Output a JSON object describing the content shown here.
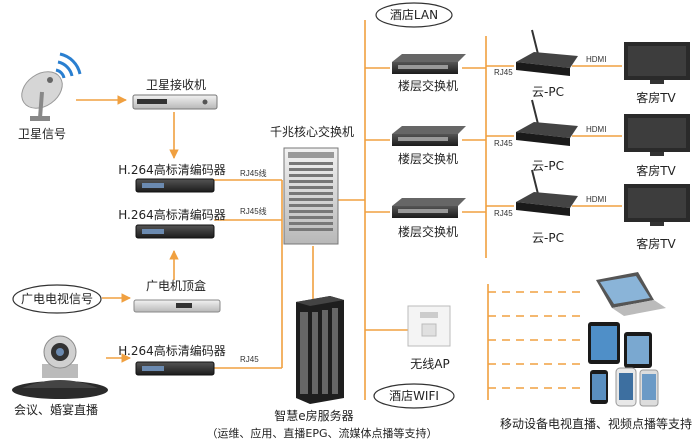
{
  "labels": {
    "satellite_signal": "卫星信号",
    "satellite_receiver": "卫星接收机",
    "encoder_1": "H.264高标清编码器",
    "encoder_2": "H.264高标清编码器",
    "encoder_3": "H.264高标清编码器",
    "cable_tv_signal": "广电电视信号",
    "cable_stb": "广电机顶盒",
    "conference": "会议、婚宴直播",
    "core_switch": "千兆核心交换机",
    "server": "智慧e房服务器",
    "server_note": "（运维、应用、直播EPG、流媒体点播等支持）",
    "hotel_lan": "酒店LAN",
    "floor_switch_1": "楼层交换机",
    "floor_switch_2": "楼层交换机",
    "floor_switch_3": "楼层交换机",
    "cloud_pc_1": "云-PC",
    "cloud_pc_2": "云-PC",
    "cloud_pc_3": "云-PC",
    "room_tv_1": "客房TV",
    "room_tv_2": "客房TV",
    "room_tv_3": "客房TV",
    "wireless_ap": "无线AP",
    "hotel_wifi": "酒店WIFI",
    "mobile_note": "移动设备电视直播、视频点播等支持"
  },
  "ports": {
    "rj45_line_1": "RJ45线",
    "rj45_line_2": "RJ45线",
    "rj45_3": "RJ45",
    "rj45_pc_1": "RJ45",
    "rj45_pc_2": "RJ45",
    "rj45_pc_3": "RJ45",
    "hdmi_1": "HDMI",
    "hdmi_2": "HDMI",
    "hdmi_3": "HDMI"
  },
  "colors": {
    "arrow_orange": "#f0a040",
    "device_dark": "#2b2b2b",
    "device_silver": "#d8d8d8",
    "satellite_blue": "#2a7fd0"
  },
  "icons": {
    "satellite_dish": "satellite-dish-icon",
    "camera": "conference-camera-icon",
    "server": "server-rack-icon",
    "laptop": "laptop-icon",
    "tablet": "tablet-icon",
    "phone": "phone-icon"
  }
}
